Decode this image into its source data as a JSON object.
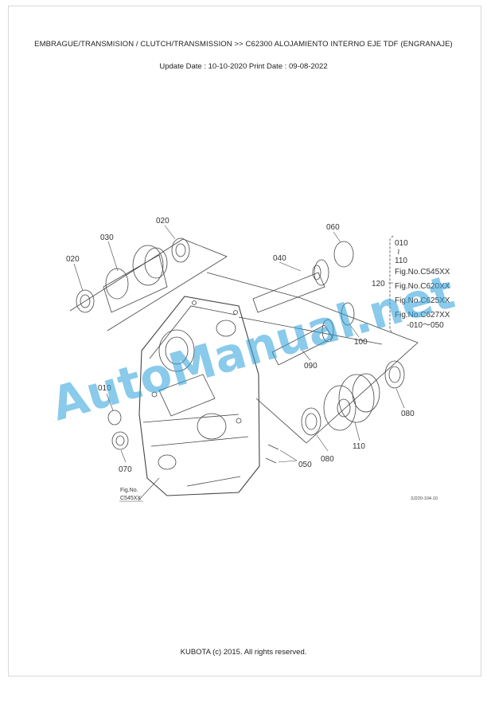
{
  "header": {
    "title": "EMBRAGUE/TRANSMISION / CLUTCH/TRANSMISSION >> C62300   ALOJAMIENTO INTERNO EJE TDF (ENGRANAJE)",
    "dates": "Update Date : 10-10-2020   Print Date : 09-08-2022"
  },
  "diagram": {
    "callouts": {
      "c020a": "020",
      "c030": "030",
      "c020b": "020",
      "c060": "060",
      "c040": "040",
      "c120": "120",
      "c100": "100",
      "c090": "090",
      "c010": "010",
      "c070": "070",
      "c080a": "080",
      "c080b": "080",
      "c110": "110",
      "c050": "050"
    },
    "fig_block": {
      "range_top": "010",
      "range_sym": "≀",
      "range_bottom": "110",
      "fig1": "Fig.No.C545XX",
      "fig2": "Fig.No.C620XX",
      "fig3": "Fig.No.C625XX",
      "fig4": "Fig.No.C627XX",
      "range_end": "-010～050"
    },
    "fig_note_line1": "Fig.No.",
    "fig_note_line2": "C545XX",
    "drawing_code": "3J220-104-10"
  },
  "watermark": "AutoManual.net",
  "footer": {
    "copyright": "KUBOTA (c) 2015. All rights reserved."
  }
}
